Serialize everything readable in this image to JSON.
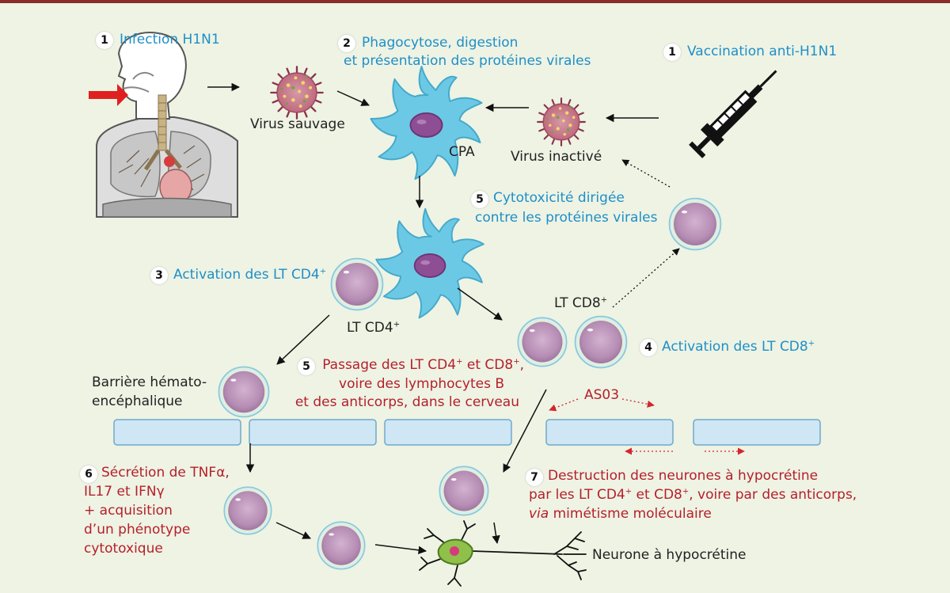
{
  "colors": {
    "background": "#eef3e4",
    "top_bar": "#8b2b2b",
    "step_blue": "#1f8fc7",
    "step_red": "#b51f2a",
    "cell_pink": "#c9a3c6",
    "apc_blue": "#6cc9e6",
    "barrier": "#cfe6f4"
  },
  "steps": {
    "infection": {
      "num": "1",
      "text": "Infection H1N1"
    },
    "vaccination": {
      "num": "1",
      "text": "Vaccination anti-H1N1"
    },
    "phagocytose": {
      "num": "2",
      "line1": "Phagocytose, digestion",
      "line2": "et présentation des protéines virales"
    },
    "cd4_activation": {
      "num": "3",
      "text": "Activation des LT CD4",
      "sup": "+"
    },
    "cd8_activation": {
      "num": "4",
      "text": "Activation des LT CD8",
      "sup": "+"
    },
    "cytotox": {
      "num": "5",
      "line1": "Cytotoxicité dirigée",
      "line2": "contre les protéines virales"
    },
    "passage": {
      "num": "5",
      "l1a": "Passage des LT CD4",
      "sup1": "+",
      "l1b": " et CD8",
      "sup2": "+",
      "l1c": ",",
      "line2": "voire des lymphocytes B",
      "line3": "et des anticorps, dans le cerveau"
    },
    "secretion": {
      "num": "6",
      "line1a": "Sécrétion de TNF",
      "alpha": "α",
      "line1b": ",",
      "line2a": "IL17 et IFN",
      "gamma": "γ",
      "line3": "+ acquisition",
      "line4": "d’un phénotype",
      "line5": "cytotoxique"
    },
    "destruction": {
      "num": "7",
      "line1": "Destruction des neurones à hypocrétine",
      "l2a": "par les LT CD4",
      "sup1": "+",
      "l2b": " et CD8",
      "sup2": "+",
      "l2c": ", voire par des anticorps,",
      "line3_italic": "via",
      "line3_rest": " mimétisme moléculaire"
    }
  },
  "labels": {
    "virus_sauvage": "Virus sauvage",
    "cpa": "CPA",
    "virus_inactive": "Virus inactivé",
    "lt_cd4": "LT CD4",
    "lt_cd8": "LT CD8",
    "sup_plus": "+",
    "barriere_line1": "Barrière hémato-",
    "barriere_line2": "encéphalique",
    "as03": "AS03",
    "neurone": "Neurone à hypocrétine"
  }
}
